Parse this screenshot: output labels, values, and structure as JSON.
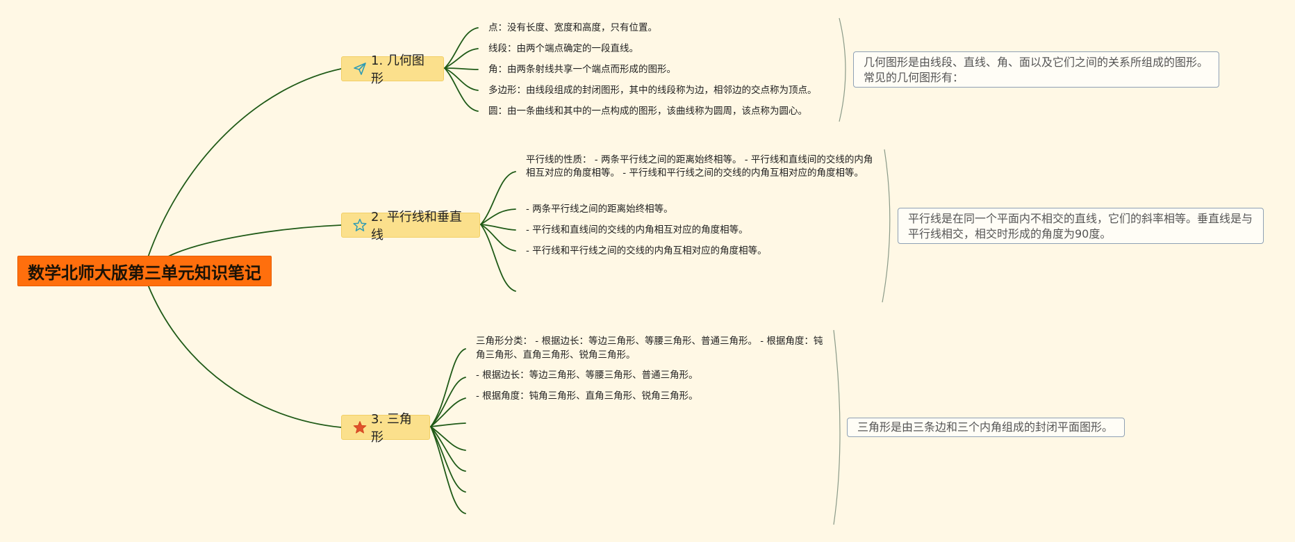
{
  "root": {
    "title": "数学北师大版第三单元知识笔记"
  },
  "topics": [
    {
      "label": "1. 几何图形",
      "icon": "paper-plane-icon",
      "leaves": [
        "点：没有长度、宽度和高度，只有位置。",
        "线段：由两个端点确定的一段直线。",
        "角：由两条射线共享一个端点而形成的图形。",
        "多边形：由线段组成的封闭图形，其中的线段称为边，相邻边的交点称为顶点。",
        "圆：由一条曲线和其中的一点构成的图形，该曲线称为圆周，该点称为圆心。"
      ],
      "summary": "几何图形是由线段、直线、角、面以及它们之间的关系所组成的图形。常见的几何图形有："
    },
    {
      "label": "2. 平行线和垂直线",
      "icon": "star-outline-icon",
      "leaves": [
        "平行线的性质： - 两条平行线之间的距离始终相等。 - 平行线和直线间的交线的内角相互对应的角度相等。 - 平行线和平行线之间的交线的内角互相对应的角度相等。",
        "- 两条平行线之间的距离始终相等。",
        "- 平行线和直线间的交线的内角相互对应的角度相等。",
        "- 平行线和平行线之间的交线的内角互相对应的角度相等。"
      ],
      "summary": "平行线是在同一个平面内不相交的直线，它们的斜率相等。垂直线是与平行线相交，相交时形成的角度为90度。"
    },
    {
      "label": "3. 三角形",
      "icon": "star-filled-icon",
      "leaves": [
        "三角形分类： - 根据边长：等边三角形、等腰三角形、普通三角形。 - 根据角度：钝角三角形、直角三角形、锐角三角形。",
        "- 根据边长：等边三角形、等腰三角形、普通三角形。",
        "- 根据角度：钝角三角形、直角三角形、锐角三角形。"
      ],
      "summary": "三角形是由三条边和三个内角组成的封闭平面图形。"
    }
  ],
  "colors": {
    "background": "#fff8e5",
    "root_fill": "#ff6f0d",
    "topic_fill": "#fbe08c",
    "branch_line": "#1f5a17",
    "bracket_line": "#8a9a88",
    "summary_border": "#8ea0b4"
  }
}
